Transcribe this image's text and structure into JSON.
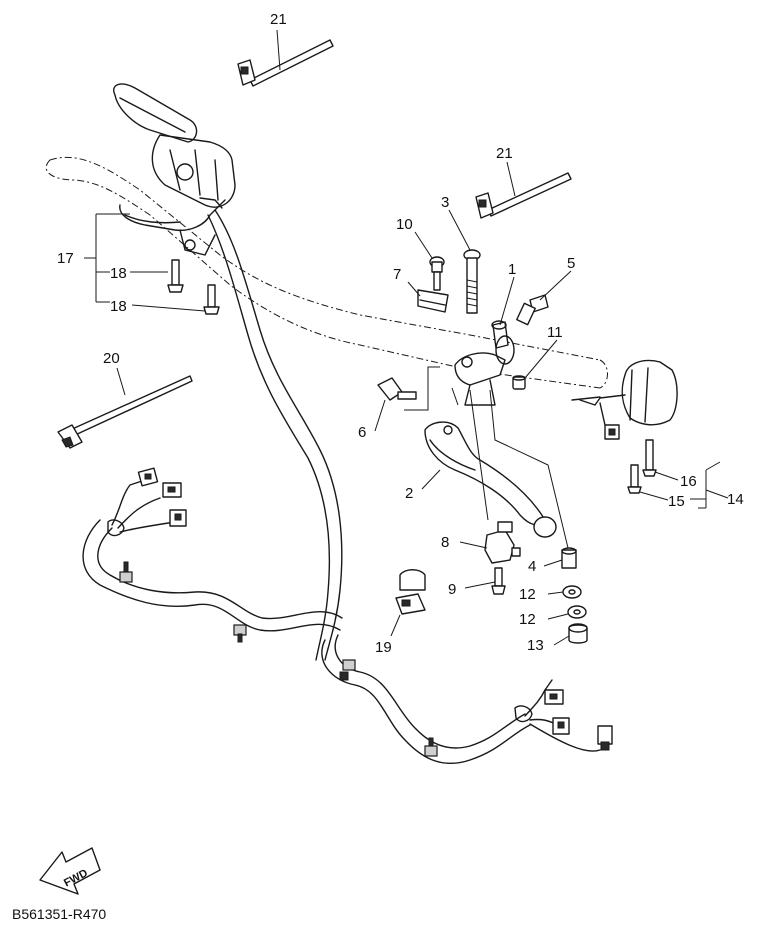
{
  "diagram": {
    "callouts": {
      "c1": "1",
      "c2": "2",
      "c3": "3",
      "c4": "4",
      "c5": "5",
      "c6": "6",
      "c7": "7",
      "c8": "8",
      "c9": "9",
      "c10": "10",
      "c11": "11",
      "c12a": "12",
      "c12b": "12",
      "c13": "13",
      "c14": "14",
      "c15": "15",
      "c16": "16",
      "c17": "17",
      "c18a": "18",
      "c18b": "18",
      "c19": "19",
      "c20": "20",
      "c21a": "21",
      "c21b": "21"
    },
    "fwd_label": "FWD",
    "drawing_code": "B561351-R470"
  }
}
